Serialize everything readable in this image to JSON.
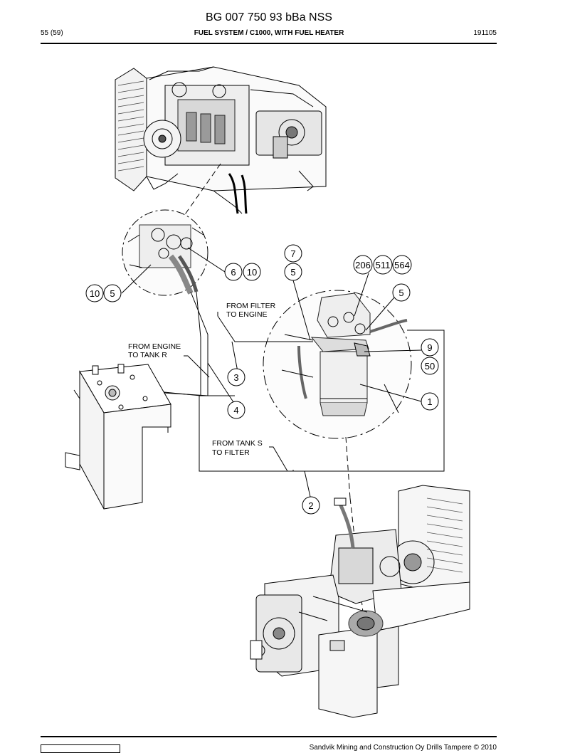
{
  "header": {
    "doc_title": "BG 007 750 93 bBa NSS",
    "page": "55 (59)",
    "section_title": "FUEL SYSTEM / C1000, WITH FUEL HEATER",
    "date": "191105"
  },
  "callouts": [
    "7",
    "6",
    "10",
    "5",
    "206",
    "511",
    "564",
    "10",
    "5",
    "5",
    "9",
    "50",
    "3",
    "1",
    "4",
    "2"
  ],
  "labels": {
    "from_filter_1": "FROM FILTER",
    "from_filter_2": "TO ENGINE",
    "from_engine_1": "FROM ENGINE",
    "from_engine_2": "TO TANK R",
    "from_tank_1": "FROM TANK S",
    "from_tank_2": "TO FILTER"
  },
  "footer": {
    "copyright": "Sandvik Mining and Construction Oy Drills Tampere © 2010"
  }
}
